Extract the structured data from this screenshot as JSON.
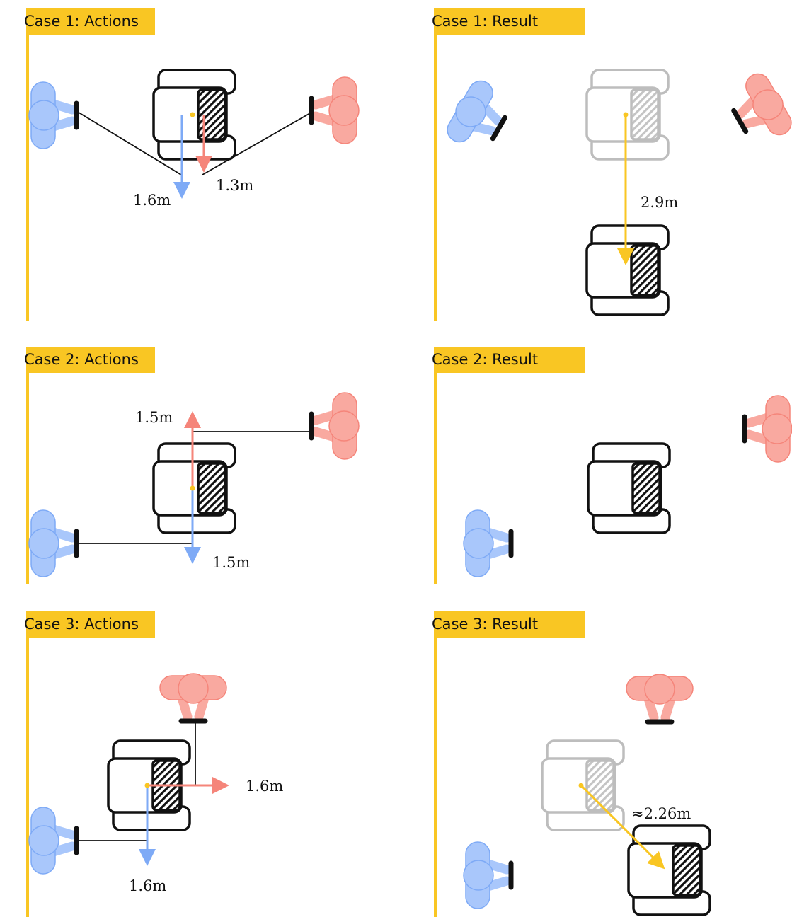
{
  "panels": [
    {
      "id": "c1a",
      "title": "Case 1: Actions"
    },
    {
      "id": "c1r",
      "title": "Case 1: Result"
    },
    {
      "id": "c2a",
      "title": "Case 2: Actions"
    },
    {
      "id": "c2r",
      "title": "Case 2: Result"
    },
    {
      "id": "c3a",
      "title": "Case 3: Actions"
    },
    {
      "id": "c3r",
      "title": "Case 3: Result"
    }
  ],
  "labels": {
    "c1a_blue": "1.6m",
    "c1a_red": "1.3m",
    "c1r_move": "2.9m",
    "c2a_red": "1.5m",
    "c2a_blue": "1.5m",
    "c3a_red": "1.6m",
    "c3a_blue": "1.6m",
    "c3r_move": "≈2.26m"
  },
  "colors": {
    "accent": "#f9c623",
    "blue_agent": "#a9c7fb",
    "blue_arrow": "#7eaaf6",
    "red_agent": "#f9a9a0",
    "red_arrow": "#f5857a",
    "ghost": "#bdbdbd"
  }
}
